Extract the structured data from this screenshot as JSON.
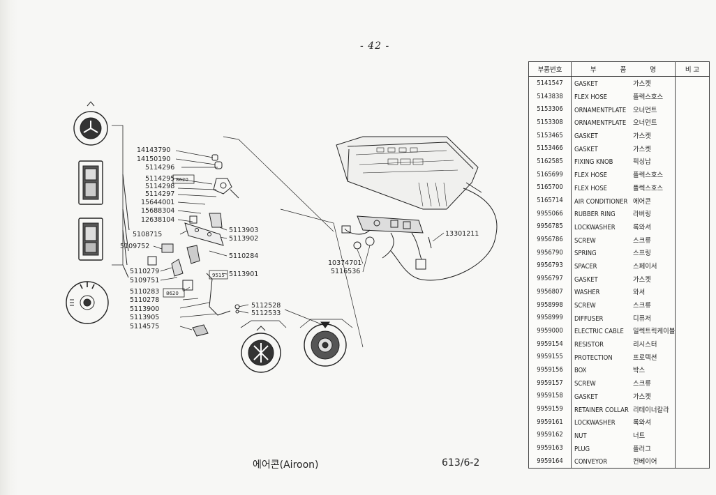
{
  "page_number": "- 42 -",
  "caption": {
    "title": "에어콘(Airoon)",
    "code": "613/6-2"
  },
  "diagram_labels": {
    "left_group": [
      "14143790",
      "14150190",
      "5114296",
      "5114295",
      "5114298",
      "5114297",
      "15644001",
      "15688304",
      "12638104",
      "5108715",
      "5109752",
      "5110279",
      "5109751",
      "5110283",
      "5110278",
      "5113900",
      "5113905",
      "5114575"
    ],
    "middle_group": [
      "5113903",
      "5113902",
      "5110284",
      "5113901",
      "5112528",
      "5112533"
    ],
    "right_group": [
      "13301211",
      "10374701",
      "5116536"
    ],
    "boxed": [
      "8620",
      "8620",
      "9515"
    ]
  },
  "table": {
    "headers": {
      "part_no": "부품번호",
      "name": [
        "부",
        "품",
        "명"
      ],
      "note": "비 고"
    },
    "rows": [
      {
        "no": "5141547",
        "en": "GASKET",
        "ko": "가스켓"
      },
      {
        "no": "5143838",
        "en": "FLEX HOSE",
        "ko": "플렉스호스"
      },
      {
        "no": "5153306",
        "en": "ORNAMENTPLATE",
        "ko": "오너먼트"
      },
      {
        "no": "5153308",
        "en": "ORNAMENTPLATE",
        "ko": "오너먼트"
      },
      {
        "no": "5153465",
        "en": "GASKET",
        "ko": "가스켓"
      },
      {
        "no": "5153466",
        "en": "GASKET",
        "ko": "가스켓"
      },
      {
        "no": "5162585",
        "en": "FIXING KNOB",
        "ko": "픽싱납"
      },
      {
        "no": "5165699",
        "en": "FLEX HOSE",
        "ko": "플렉스호스"
      },
      {
        "no": "5165700",
        "en": "FLEX HOSE",
        "ko": "플렉스호스"
      },
      {
        "no": "5165714",
        "en": "AIR CONDITIONER",
        "ko": "에어콘"
      },
      {
        "no": "9955066",
        "en": "RUBBER RING",
        "ko": "라버링"
      },
      {
        "no": "9956785",
        "en": "LOCKWASHER",
        "ko": "록와셔"
      },
      {
        "no": "9956786",
        "en": "SCREW",
        "ko": "스크류"
      },
      {
        "no": "9956790",
        "en": "SPRING",
        "ko": "스프링"
      },
      {
        "no": "9956793",
        "en": "SPACER",
        "ko": "스페이서"
      },
      {
        "no": "9956797",
        "en": "GASKET",
        "ko": "가스켓"
      },
      {
        "no": "9956807",
        "en": "WASHER",
        "ko": "와셔"
      },
      {
        "no": "9958998",
        "en": "SCREW",
        "ko": "스크류"
      },
      {
        "no": "9958999",
        "en": "DIFFUSER",
        "ko": "디퓨저"
      },
      {
        "no": "9959000",
        "en": "ELECTRIC CABLE",
        "ko": "일렉트릭케이블"
      },
      {
        "no": "9959154",
        "en": "RESISTOR",
        "ko": "리시스터"
      },
      {
        "no": "9959155",
        "en": "PROTECTION",
        "ko": "프로텍션"
      },
      {
        "no": "9959156",
        "en": "BOX",
        "ko": "박스"
      },
      {
        "no": "9959157",
        "en": "SCREW",
        "ko": "스크류"
      },
      {
        "no": "9959158",
        "en": "GASKET",
        "ko": "가스켓"
      },
      {
        "no": "9959159",
        "en": "RETAINER COLLAR",
        "ko": "리테이너칼라"
      },
      {
        "no": "9959161",
        "en": "LOCKWASHER",
        "ko": "록와셔"
      },
      {
        "no": "9959162",
        "en": "NUT",
        "ko": "너트"
      },
      {
        "no": "9959163",
        "en": "PLUG",
        "ko": "플러그"
      },
      {
        "no": "9959164",
        "en": "CONVEYOR",
        "ko": "컨베이어"
      }
    ]
  }
}
